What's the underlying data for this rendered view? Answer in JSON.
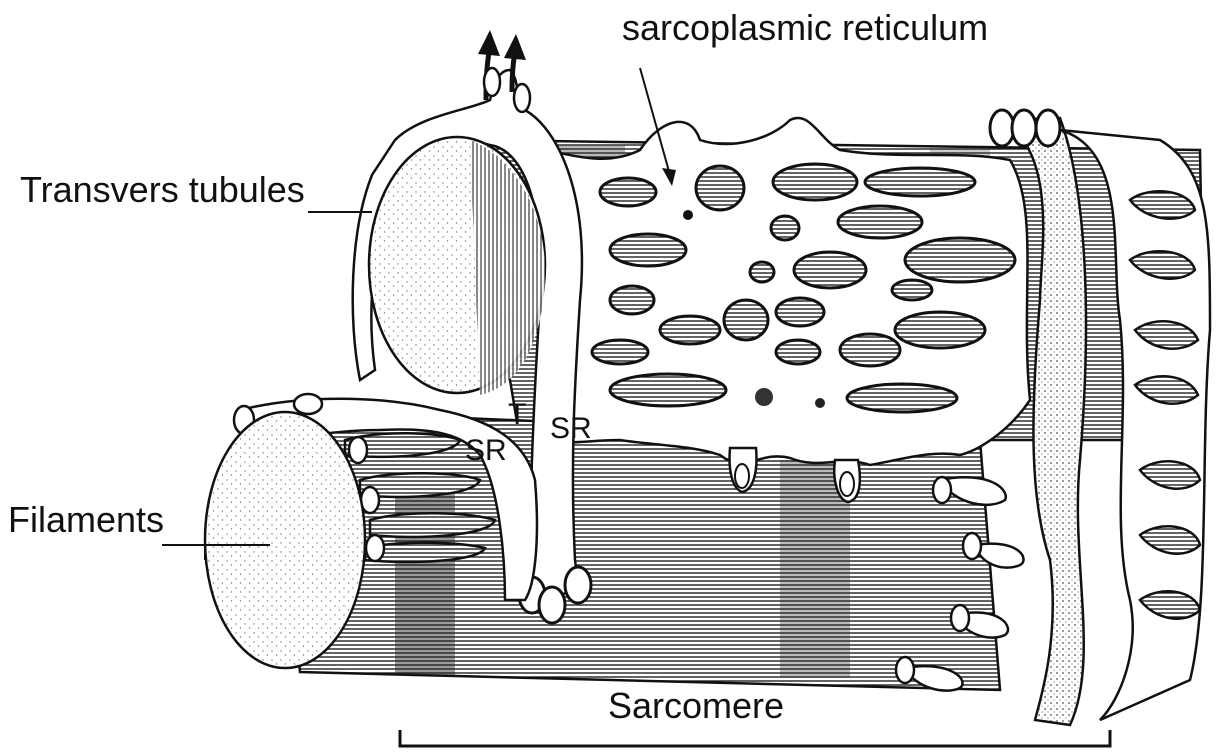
{
  "labels": {
    "sarcoplasmic_reticulum": "sarcoplasmic reticulum",
    "transverse_tubules": "Transvers tubules",
    "filaments": "Filaments",
    "sarcomere": "Sarcomere",
    "t_marker": "T",
    "sr_left": "SR",
    "sr_right": "SR"
  },
  "colors": {
    "ink": "#111111",
    "paper": "#ffffff",
    "hatch": "#333333"
  }
}
